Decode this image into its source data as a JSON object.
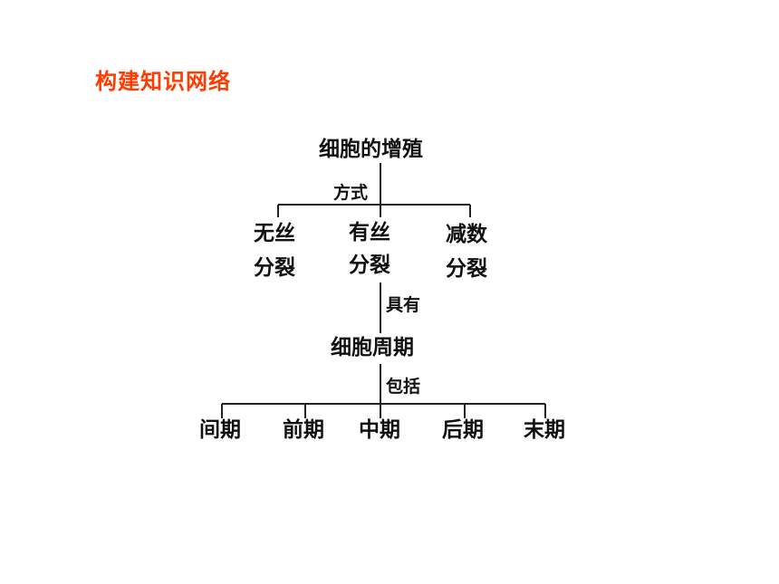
{
  "title": "构建知识网络",
  "root": "细胞的增殖",
  "edge_mode": "方式",
  "modes": [
    {
      "line1": "无丝",
      "line2": "分裂"
    },
    {
      "line1": "有丝",
      "line2": "分裂"
    },
    {
      "line1": "减数",
      "line2": "分裂"
    }
  ],
  "edge_has": "具有",
  "cycle": "细胞周期",
  "edge_include": "包括",
  "phases": [
    "间期",
    "前期",
    "中期",
    "后期",
    "末期"
  ]
}
